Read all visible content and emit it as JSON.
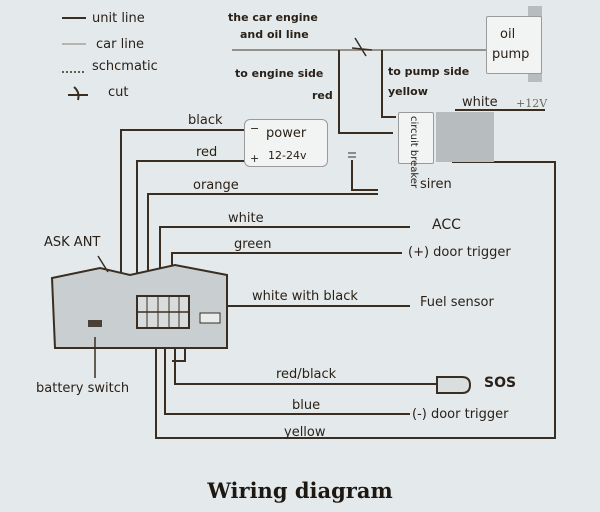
{
  "legend": {
    "items": [
      {
        "icon": "unit-line-icon",
        "label": "unit line"
      },
      {
        "icon": "car-line-icon",
        "label": "car line"
      },
      {
        "icon": "schematic-line-icon",
        "label": "schcmatic"
      },
      {
        "icon": "cut-icon",
        "label": "cut"
      }
    ]
  },
  "engine": {
    "header_line1": "the car engine",
    "header_line2": "and oil line",
    "engine_side": "to engine side",
    "engine_wire": "red",
    "pump_side": "to pump side",
    "pump_wire": "yellow",
    "pump_label_line1": "oil",
    "pump_label_line2": "pump",
    "white_wire": "white",
    "voltage": "+12V",
    "circuit_breaker": "circuit breaker",
    "siren": "siren"
  },
  "power": {
    "label": "power",
    "voltage": "12-24v",
    "minus": "−",
    "plus": "+",
    "black_wire": "black",
    "red_wire": "red"
  },
  "wires": {
    "orange": "orange",
    "white": "white",
    "acc": "ACC",
    "green": "green",
    "door_trigger_pos": "(+) door trigger",
    "white_black": "white with black",
    "fuel_sensor": "Fuel sensor",
    "red_black": "red/black",
    "sos": "SOS",
    "blue": "blue",
    "door_trigger_neg": "(-) door trigger",
    "yellow": "yellow"
  },
  "unit": {
    "antenna": "ASK ANT",
    "battery_switch": "battery switch"
  },
  "title": "Wiring diagram"
}
